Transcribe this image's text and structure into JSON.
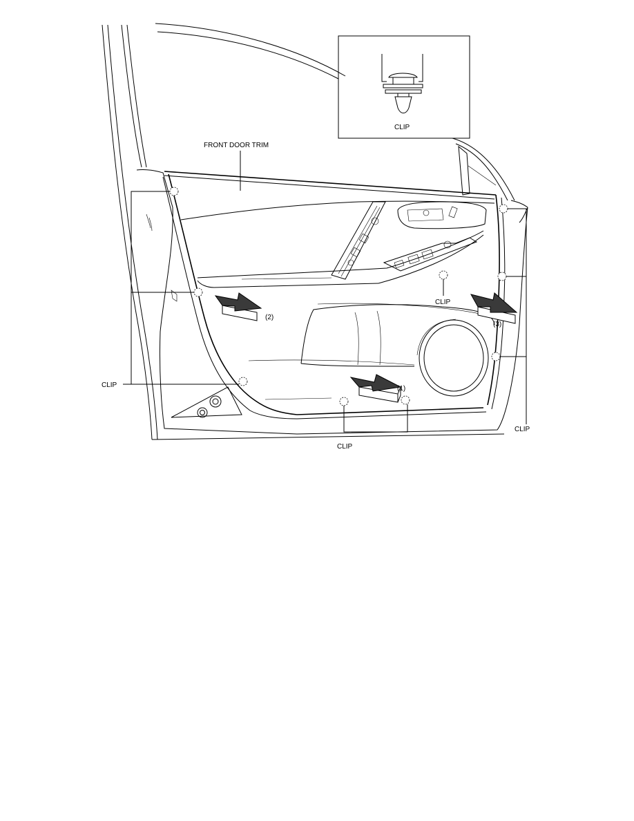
{
  "labels": {
    "front_door_trim": "FRONT DOOR TRIM",
    "inset_clip": "CLIP",
    "clip_center": "CLIP",
    "clip_left": "CLIP",
    "clip_bottom": "CLIP",
    "clip_right": "CLIP"
  },
  "steps": {
    "step1": "(1)",
    "step2": "(2)",
    "step3": "(3)"
  }
}
